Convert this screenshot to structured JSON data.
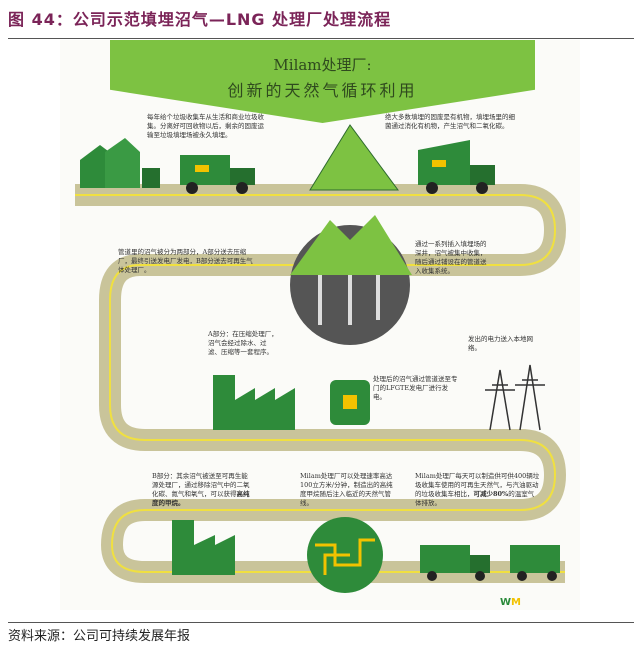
{
  "figure_title": "图 44：公司示范填埋沼气—LNG 处理厂处理流程",
  "banner": {
    "line1": "Milam处理厂:",
    "line2": "创新的天然气循环利用"
  },
  "steps": [
    "每年给个垃圾收集车从生活和商业垃圾收集。分离好可回收物以后，剩余的固废运输至垃圾填埋场被永久填埋。",
    "绝大多数填埋的固废是有机物，填埋场里的细菌通过消化有机物，产生沼气和二氧化碳。",
    "管道里的沼气被分为两部分，A部分送去压缩厂，最终引送发电厂发电，B部分送去可再生气体处理厂。",
    "通过一系列插入填埋场的深井，沼气被集中收集，随后通过铺设在的管道送入收集系统。",
    "A部分：在压缩处理厂，沼气会经过除水、过滤、压缩等一套程序。",
    "处理后的沼气通过管道送至专门的LFGTE发电厂进行发电。",
    "发出的电力送入本地网络。",
    "B部分：其余沼气被送至可再生能源处理厂，通过移除沼气中的二氧化碳、氮气和氧气，可以获得",
    "高纯度的甲烷。",
    "Milam处理厂可以处理速率高达100立方米/分钟，制造出的高纯度甲烷随后注入临近的天然气管线。",
    "Milam处理厂每天可以制造供可供400辆垃圾收集车使用的可再生天然气，与汽油驱动的垃圾收集车相比，",
    "可减少80%",
    "的温室气体排放。"
  ],
  "logo": {
    "w": "W",
    "m": "M"
  },
  "source": "资料来源：公司可持续发展年报",
  "colors": {
    "title": "#7b2458",
    "green": "#7dc242",
    "dark_green": "#2e8b3a",
    "road": "#c9c49a",
    "road_line": "#f0e040"
  }
}
